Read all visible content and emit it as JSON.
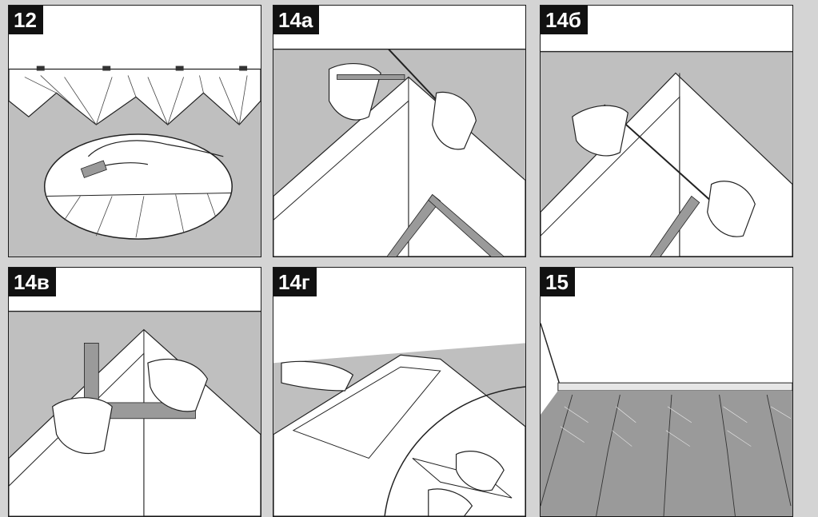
{
  "panels": [
    {
      "label": "12"
    },
    {
      "label": "14а"
    },
    {
      "label": "14б"
    },
    {
      "label": "14в"
    },
    {
      "label": "14г"
    },
    {
      "label": "15"
    }
  ],
  "colors": {
    "background": "#d4d4d4",
    "panel_fill": "#ffffff",
    "wall_gray": "#bfbfbf",
    "label_bg": "#111111",
    "label_text": "#ffffff",
    "tool_gray": "#9a9a9a"
  }
}
